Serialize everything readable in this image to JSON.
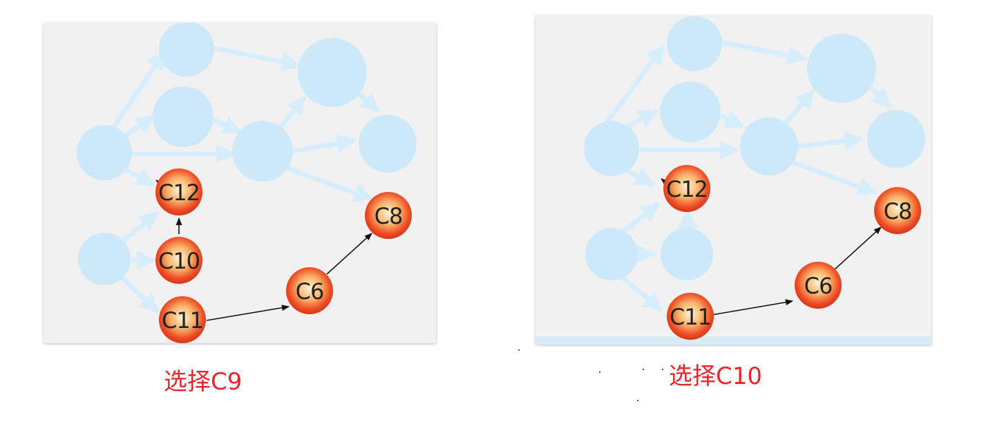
{
  "captions": {
    "left": "选择C9",
    "right": "选择C10"
  },
  "colors": {
    "faded_node": "#cde9f9",
    "faded_edge": "#d6edfb",
    "active_node_center": "#fff3d6",
    "active_node_edge": "#e8391c",
    "active_edge": "#111111",
    "caption": "#e8262a"
  },
  "panels": {
    "left": {
      "nodes": [
        {
          "id": "l-n1"
        },
        {
          "id": "l-n2"
        },
        {
          "id": "l-n3"
        },
        {
          "id": "l-n4"
        },
        {
          "id": "l-n5"
        },
        {
          "id": "l-n6"
        },
        {
          "id": "l-n7"
        },
        {
          "id": "C12",
          "label": "C12"
        },
        {
          "id": "C10",
          "label": "C10"
        },
        {
          "id": "C11",
          "label": "C11"
        },
        {
          "id": "C6",
          "label": "C6"
        },
        {
          "id": "C8",
          "label": "C8"
        }
      ]
    },
    "right": {
      "nodes": [
        {
          "id": "r-n1"
        },
        {
          "id": "r-n2"
        },
        {
          "id": "r-n3"
        },
        {
          "id": "r-n4"
        },
        {
          "id": "r-n5"
        },
        {
          "id": "r-n6"
        },
        {
          "id": "r-n7"
        },
        {
          "id": "r-n8"
        },
        {
          "id": "C12",
          "label": "C12"
        },
        {
          "id": "C11",
          "label": "C11"
        },
        {
          "id": "C6",
          "label": "C6"
        },
        {
          "id": "C8",
          "label": "C8"
        }
      ]
    }
  }
}
